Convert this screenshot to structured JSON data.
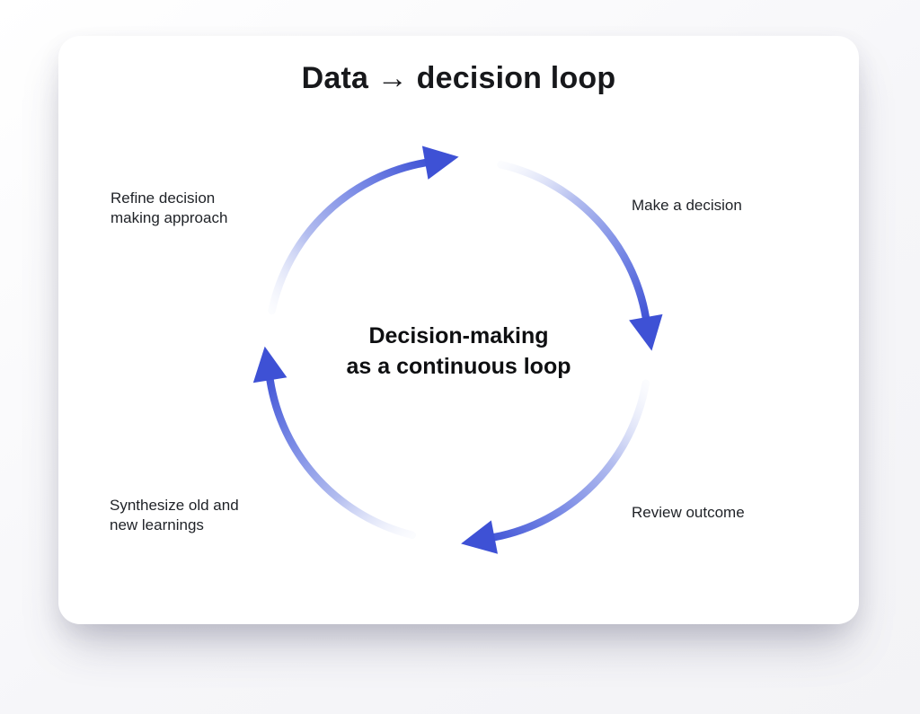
{
  "title": "Data → decision loop",
  "center_caption": {
    "line1": "Decision-making",
    "line2": "as a continuous loop"
  },
  "steps": {
    "top_right": "Make a decision",
    "bottom_right": "Review outcome",
    "bottom_left": "Synthesize old and\nnew learnings",
    "top_left": "Refine decision\nmaking approach"
  },
  "colors": {
    "arrow_tail": "#eef1fb",
    "arrow_mid_light": "#b3bdef",
    "arrow_mid_dark": "#7485e4",
    "arrow_head": "#3e51d5",
    "title_text": "#17181b",
    "label_text": "#1f2227",
    "card_background": "#ffffff",
    "page_background": "#f6f6f9"
  }
}
